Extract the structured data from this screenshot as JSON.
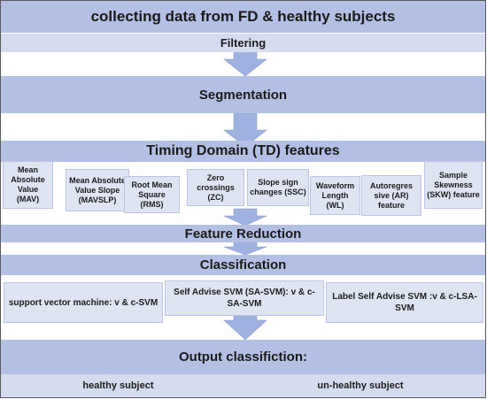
{
  "steps": {
    "collect": "collecting data from FD & healthy subjects",
    "filtering": "Filtering",
    "segmentation": "Segmentation",
    "td": "Timing Domain (TD) features",
    "reduction": "Feature Reduction",
    "classification": "Classification",
    "output": "Output classifiction:"
  },
  "features": [
    "Mean Absolute Value (MAV)",
    "Mean Absolute Value Slope (MAVSLP)",
    "Root Mean Square (RMS)",
    "Zero crossings (ZC)",
    "Slope sign changes (SSC)",
    "Waveform Length (WL)",
    "Autoregres sive (AR) feature",
    "Sample Skewness (SKW) feature"
  ],
  "classifiers": [
    "support vector machine:  v & c-SVM",
    "Self Advise SVM (SA-SVM): v & c-SA-SVM",
    "Label Self Advise SVM :v & c-LSA-SVM"
  ],
  "outputs": [
    "healthy subject",
    "un-healthy subject"
  ],
  "colors": {
    "band": "#b4c0e3",
    "sub": "#d6dcef",
    "box": "#dfe4f3",
    "arrow": "#9fb1df"
  }
}
